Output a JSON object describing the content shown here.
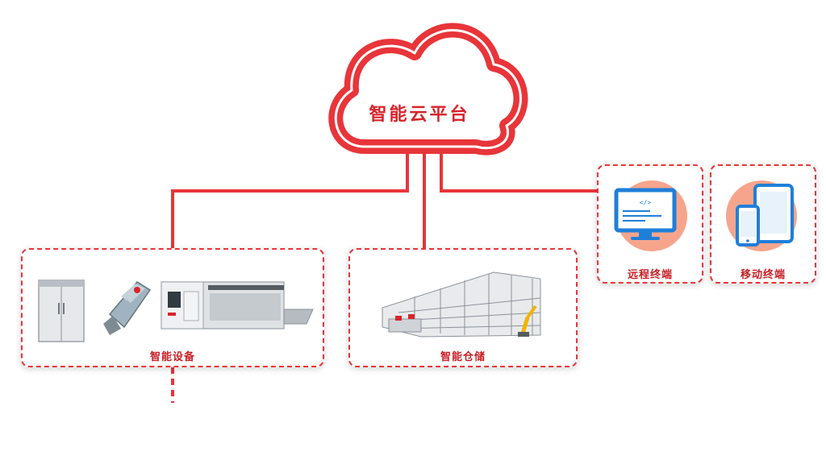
{
  "cloud": {
    "title": "智能云平台"
  },
  "nodes": {
    "devices": {
      "label": "智能设备"
    },
    "warehouse": {
      "label": "智能仓储"
    },
    "remote": {
      "label": "远程终端",
      "icon": "monitor-code-icon"
    },
    "mobile": {
      "label": "移动终端",
      "icon": "phone-tablet-icon"
    }
  },
  "colors": {
    "accent": "#e8353a",
    "text": "#c81e24",
    "icon_bg": "#f6a58c",
    "icon_blue": "#1f7fd8"
  }
}
